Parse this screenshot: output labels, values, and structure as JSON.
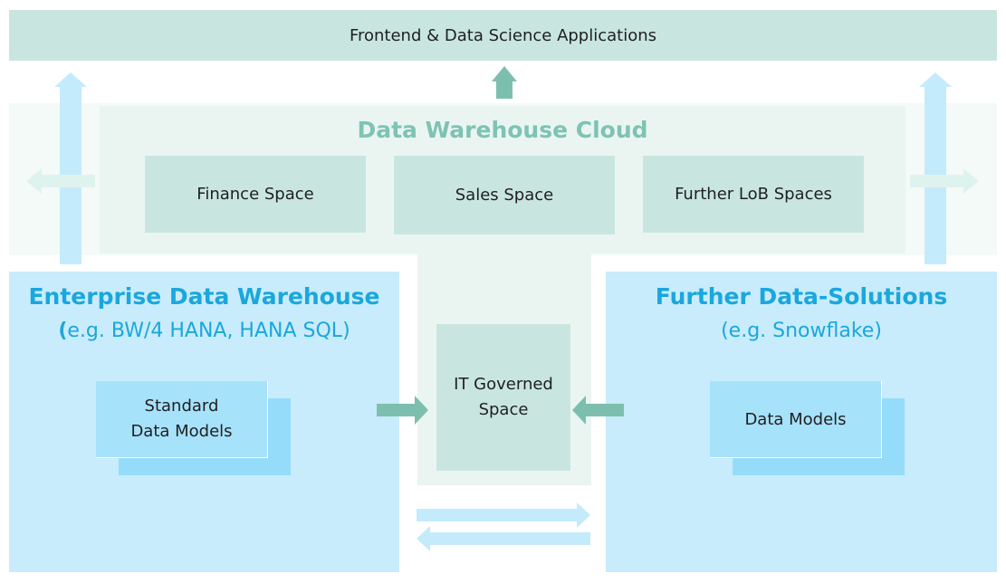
{
  "frontend": {
    "label": "Frontend & Data Science Applications"
  },
  "dwc": {
    "title": "Data Warehouse Cloud",
    "spaces": [
      {
        "label": "Finance Space"
      },
      {
        "label": "Sales Space"
      },
      {
        "label": "Further LoB Spaces"
      }
    ],
    "it_space": {
      "line1": "IT Governed",
      "line2": "Space"
    }
  },
  "edw": {
    "title": "Enterprise Data Warehouse",
    "paren_open": "(",
    "subtitle_rest": "e.g. BW/4 HANA, HANA SQL)",
    "models": {
      "line1": "Standard",
      "line2": "Data Models"
    }
  },
  "further": {
    "title": "Further Data-Solutions",
    "subtitle": "(e.g. Snowflake)",
    "models": {
      "label": "Data Models"
    }
  },
  "colors": {
    "mint_light": "#eaf5f2",
    "mint_box": "#c8e6df",
    "mint_text": "#7ec3b3",
    "mint_arrow": "#7dbfae",
    "blue_panel": "#c8ecfb",
    "blue_card": "#95dcfb",
    "blue_card_front": "#a7e2fb",
    "blue_title": "#1aa7dd",
    "blue_arrow": "#c4ebfc",
    "text_dark": "#1f1f1f"
  }
}
